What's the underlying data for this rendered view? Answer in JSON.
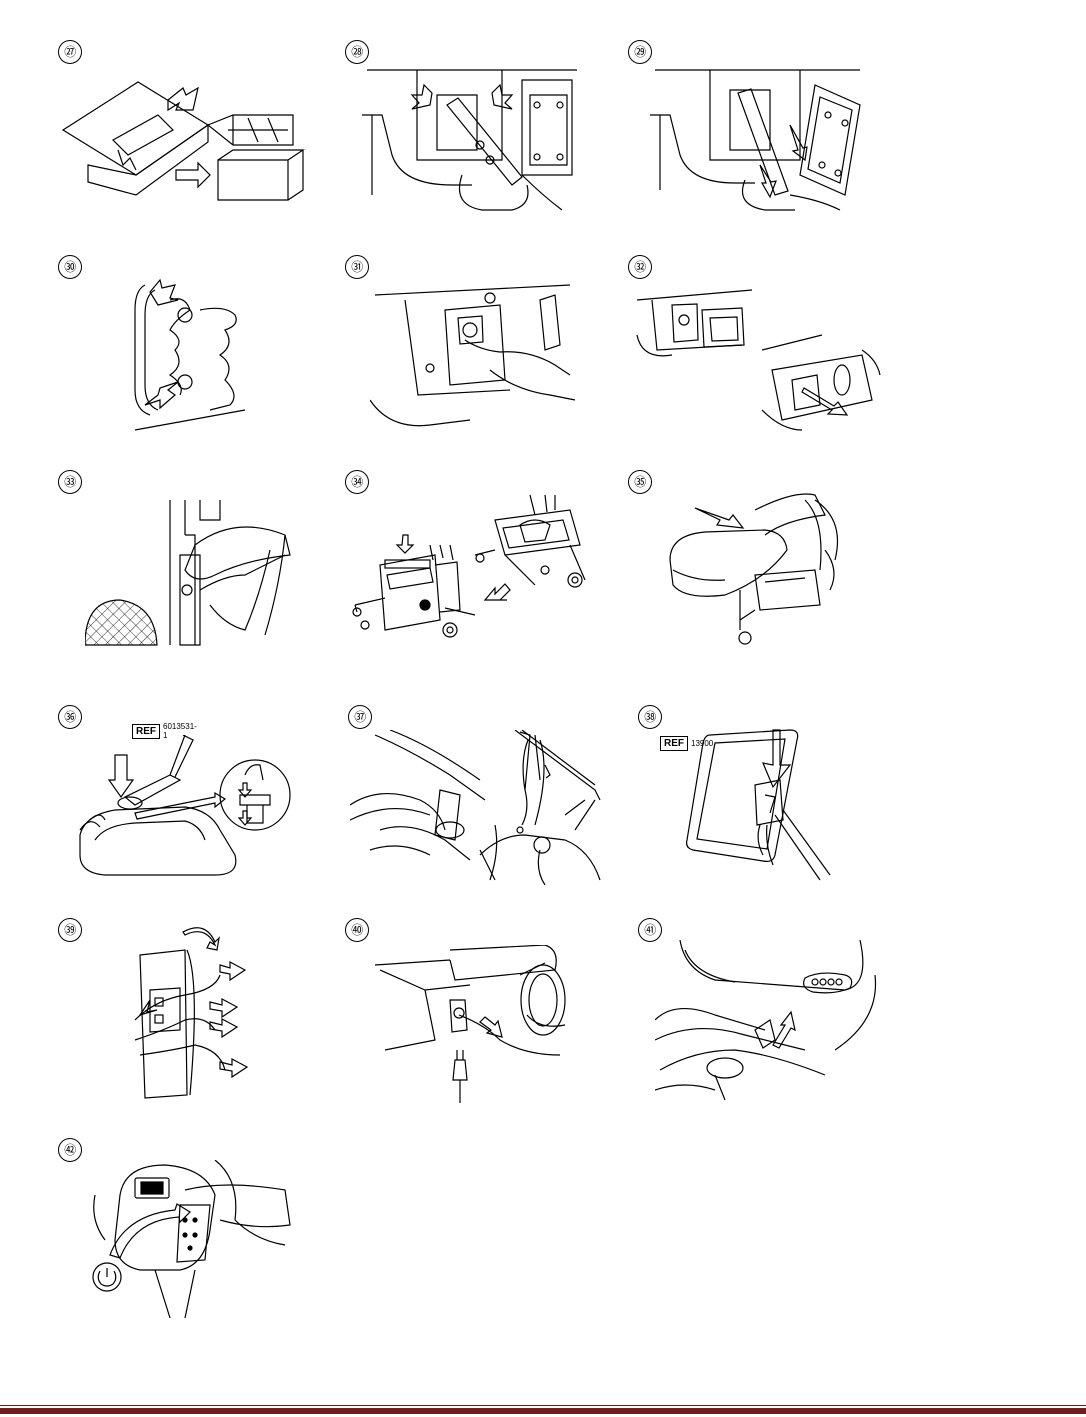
{
  "steps": [
    {
      "id": "27",
      "label": "㉗"
    },
    {
      "id": "28",
      "label": "㉘"
    },
    {
      "id": "29",
      "label": "㉙"
    },
    {
      "id": "30",
      "label": "㉚"
    },
    {
      "id": "31",
      "label": "㉛"
    },
    {
      "id": "32",
      "label": "㉜"
    },
    {
      "id": "33",
      "label": "㉝"
    },
    {
      "id": "34",
      "label": "㉞"
    },
    {
      "id": "35",
      "label": "㉟"
    },
    {
      "id": "36",
      "label": "㊱",
      "ref_label": "REF",
      "ref_value": "6013531-1"
    },
    {
      "id": "37",
      "label": "㊲"
    },
    {
      "id": "38",
      "label": "㊳",
      "ref_label": "REF",
      "ref_value": "13900"
    },
    {
      "id": "39",
      "label": "㊴"
    },
    {
      "id": "40",
      "label": "㊵"
    },
    {
      "id": "41",
      "label": "㊶"
    },
    {
      "id": "42",
      "label": "㊷"
    }
  ],
  "footer": {
    "color": "#6b1f1f"
  }
}
